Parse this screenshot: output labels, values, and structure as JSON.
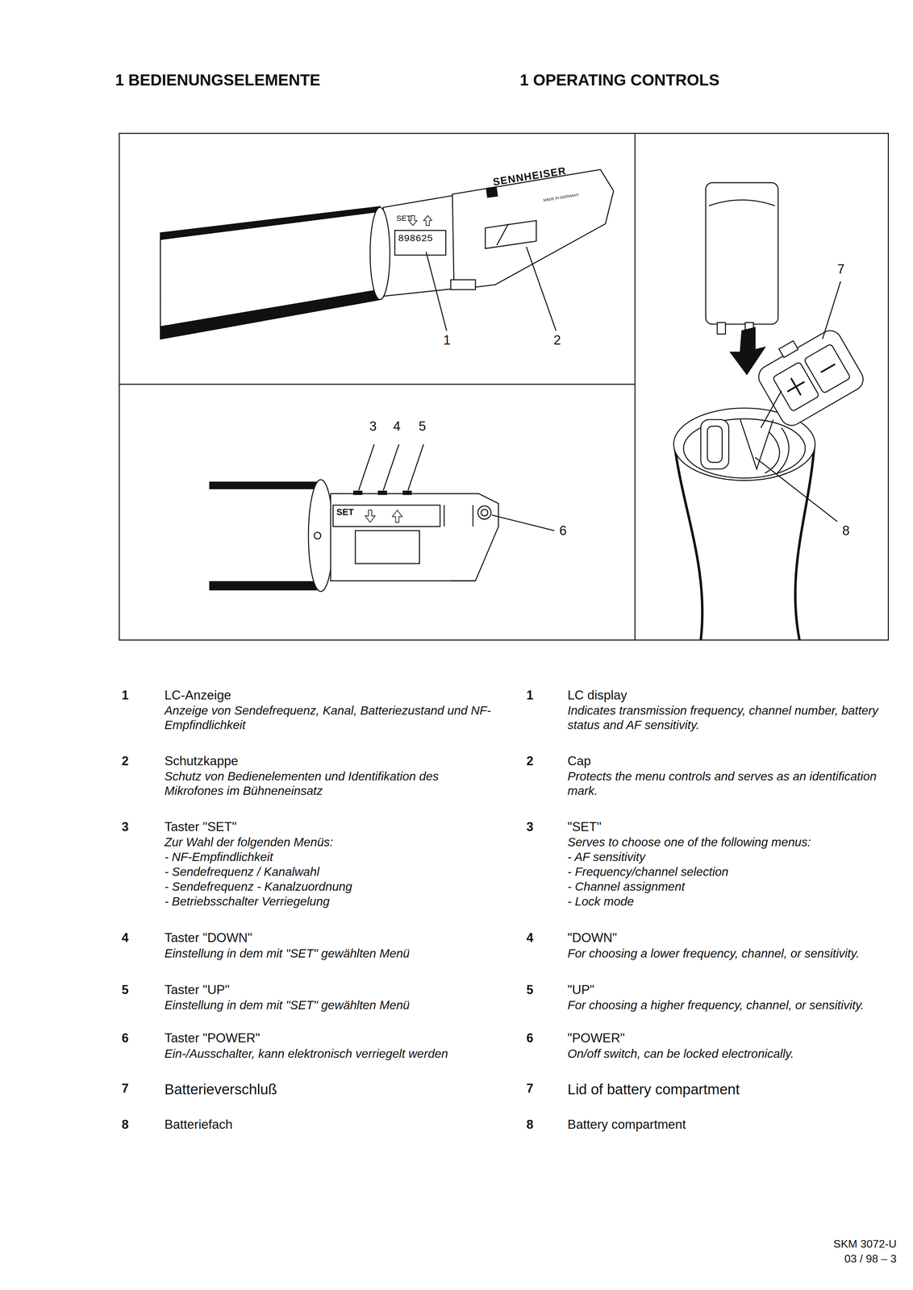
{
  "diagram": {
    "title": "1 BEDIENUNGSELEMENTE",
    "labels": [
      "1 OPERATING CONTROLS",
      "SENNHEISER",
      "MADE IN GERMANY",
      "SET",
      "898625",
      "1",
      "2",
      "3",
      "4",
      "5",
      "SET",
      "6",
      "7",
      "8",
      "1",
      "LC-Anzeige",
      "Anzeige von Sendefrequenz, Kanal, Batteriezustand und NF-Empfindlichkeit",
      "2",
      "Schutzkappe",
      "Schutz von Bedienelementen und Identifikation des Mikrofones im Bühneneinsatz",
      "3",
      "Taster \"SET\"",
      "Zur Wahl der folgenden Menüs:",
      "- NF-Empfindlichkeit",
      "- Sendefrequenz / Kanalwahl",
      "- Sendefrequenz - Kanalzuordnung",
      "- Betriebsschalter Verriegelung",
      "4",
      "Taster \"DOWN\"",
      "Einstellung in dem mit \"SET\" gewählten Menü",
      "5",
      "Taster \"UP\"",
      "Einstellung in dem mit \"SET\" gewählten Menü",
      "6",
      "Taster \"POWER\"",
      "Ein-/Ausschalter, kann elektronisch verriegelt werden",
      "7",
      "Batterieverschluß",
      "8",
      "Batteriefach",
      "1",
      "LC display",
      "Indicates transmission frequency, channel number, battery status and AF sensitivity.",
      "2",
      "Cap",
      "Protects the menu controls and serves as an identification mark.",
      "3",
      "\"SET\"",
      "Serves to choose one of the following menus:",
      "- AF sensitivity",
      "- Frequency/channel selection",
      "- Channel assignment",
      "- Lock mode",
      "4",
      "\"DOWN\"",
      "For choosing a lower frequency, channel, or sensitivity.",
      "5",
      "\"UP\"",
      "For choosing a higher frequency, channel, or sensitivity.",
      "6",
      "\"POWER\"",
      "On/off switch, can be locked electronically.",
      "7",
      "Lid of battery compartment",
      "8",
      "Battery compartment",
      "SKM 3072-U",
      "03 / 98 – 3"
    ]
  }
}
